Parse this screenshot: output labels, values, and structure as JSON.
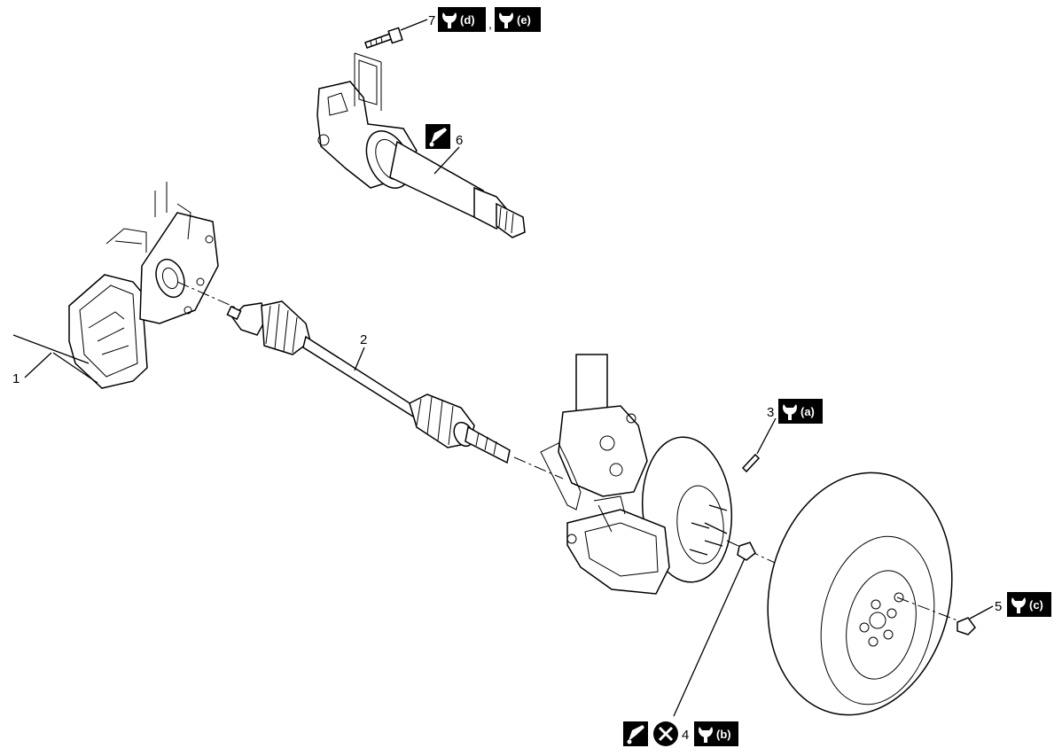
{
  "callouts": {
    "c1": "1",
    "c2": "2",
    "c3": "3",
    "c4": "4",
    "c5": "5",
    "c6": "6",
    "c7": "7"
  },
  "badges": {
    "a": "(a)",
    "b": "(b)",
    "c": "(c)",
    "d": "(d)",
    "e": "(e)"
  },
  "separator": ",",
  "icons": [
    "wrench-torque-icon",
    "grease-brush-icon",
    "do-not-reuse-icon"
  ],
  "colors": {
    "ink": "#000000",
    "paper": "#ffffff"
  }
}
